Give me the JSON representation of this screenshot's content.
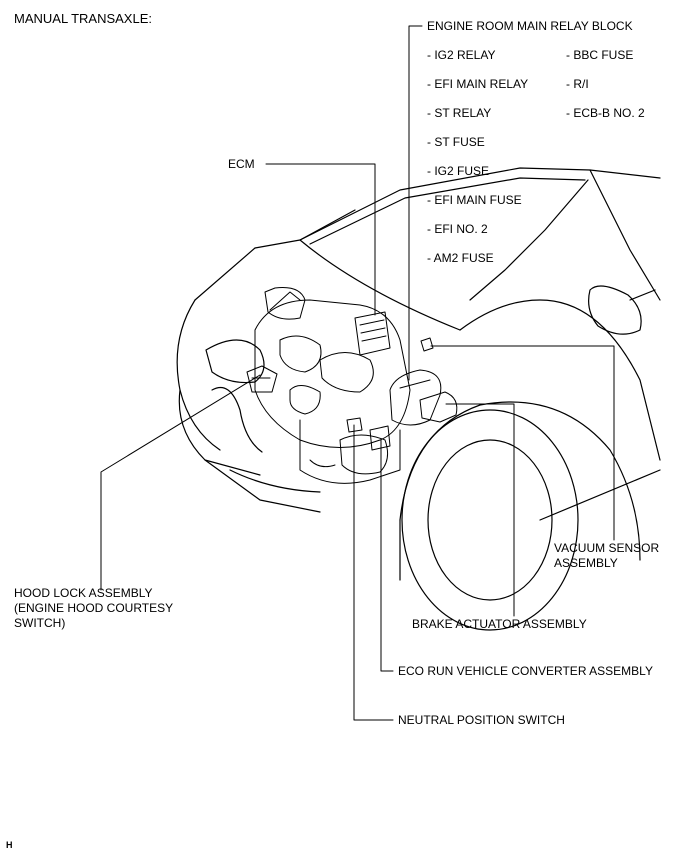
{
  "title": "MANUAL TRANSAXLE:",
  "relay_block": {
    "heading": "ENGINE ROOM MAIN RELAY BLOCK",
    "left_items": [
      "- IG2 RELAY",
      "- EFI MAIN RELAY",
      "- ST RELAY",
      "- ST FUSE",
      "- IG2 FUSE",
      "- EFI MAIN FUSE",
      "- EFI NO. 2",
      "- AM2 FUSE"
    ],
    "right_items": [
      "- BBC FUSE",
      "- R/I",
      "- ECB-B NO. 2"
    ]
  },
  "labels": {
    "ecm": "ECM",
    "hood_lock": "HOOD LOCK ASSEMBLY\n(ENGINE HOOD COURTESY\nSWITCH)",
    "vacuum_sensor": "VACUUM SENSOR\nASSEMBLY",
    "brake_actuator": "BRAKE ACTUATOR ASSEMBLY",
    "eco_run": "ECO RUN VEHICLE CONVERTER ASSEMBLY",
    "neutral_switch": "NEUTRAL POSITION SWITCH"
  },
  "footer_mark": "H"
}
